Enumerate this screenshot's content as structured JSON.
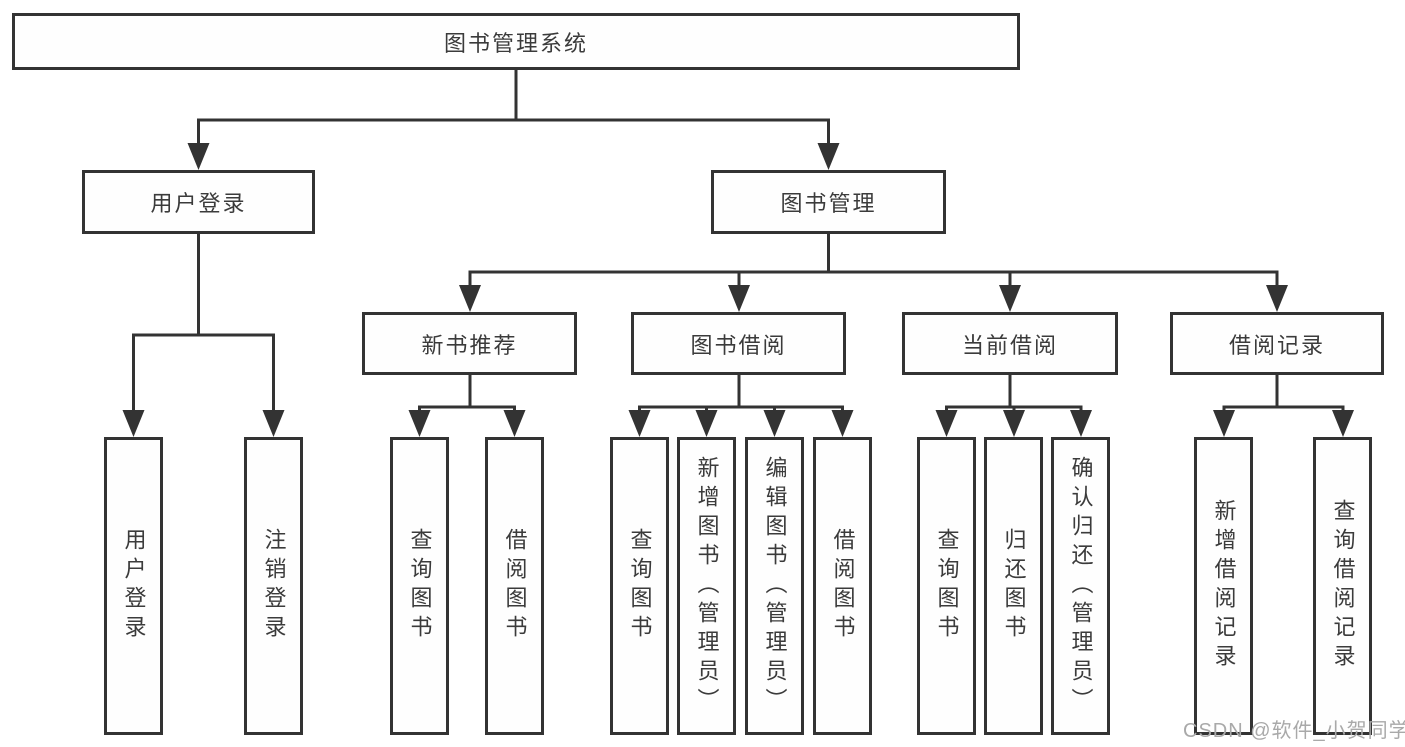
{
  "diagram": {
    "type": "hierarchy-tree",
    "tree": {
      "label": "图书管理系统",
      "children": [
        {
          "label": "用户登录",
          "children": [
            {
              "label": "用户登录"
            },
            {
              "label": "注销登录"
            }
          ]
        },
        {
          "label": "图书管理",
          "children": [
            {
              "label": "新书推荐",
              "children": [
                {
                  "label": "查询图书"
                },
                {
                  "label": "借阅图书"
                }
              ]
            },
            {
              "label": "图书借阅",
              "children": [
                {
                  "label": "查询图书"
                },
                {
                  "label": "新增图书（管理员）"
                },
                {
                  "label": "编辑图书（管理员）"
                },
                {
                  "label": "借阅图书"
                }
              ]
            },
            {
              "label": "当前借阅",
              "children": [
                {
                  "label": "查询图书"
                },
                {
                  "label": "归还图书"
                },
                {
                  "label": "确认归还（管理员）"
                }
              ]
            },
            {
              "label": "借阅记录",
              "children": [
                {
                  "label": "新增借阅记录"
                },
                {
                  "label": "查询借阅记录"
                }
              ]
            }
          ]
        }
      ]
    },
    "colors": {
      "line": "#333333",
      "box_border": "#333333",
      "text": "#3b3b3b",
      "background": "#ffffff",
      "watermark": "#a9a9a9"
    }
  },
  "watermark": {
    "text": "CSDN @软件_小贺同学"
  }
}
